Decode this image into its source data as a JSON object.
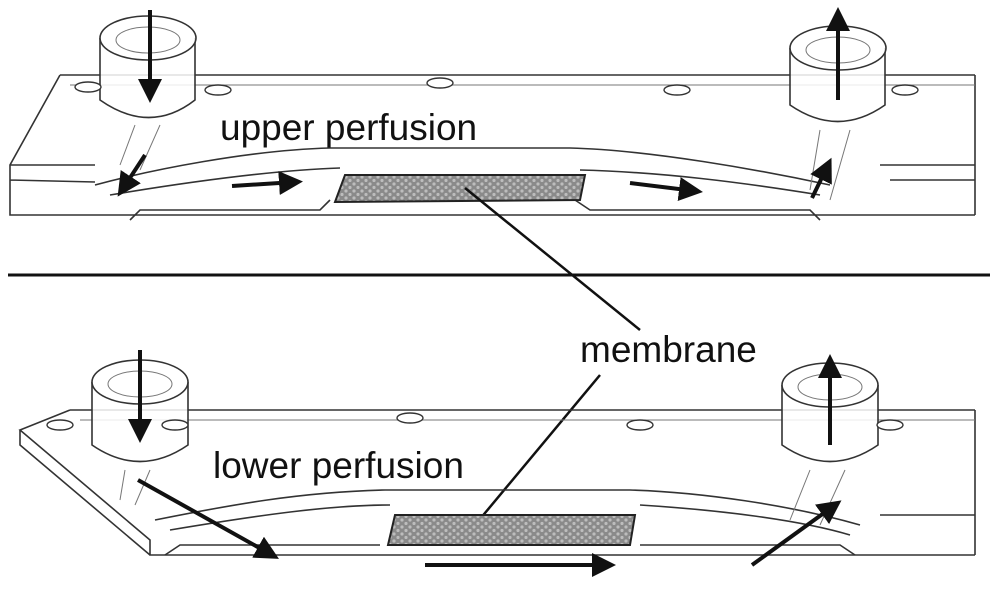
{
  "labels": {
    "upper": "upper perfusion",
    "membrane": "membrane",
    "lower": "lower perfusion"
  },
  "colors": {
    "membrane_fill": "#8f8f8f",
    "line": "#111111"
  }
}
